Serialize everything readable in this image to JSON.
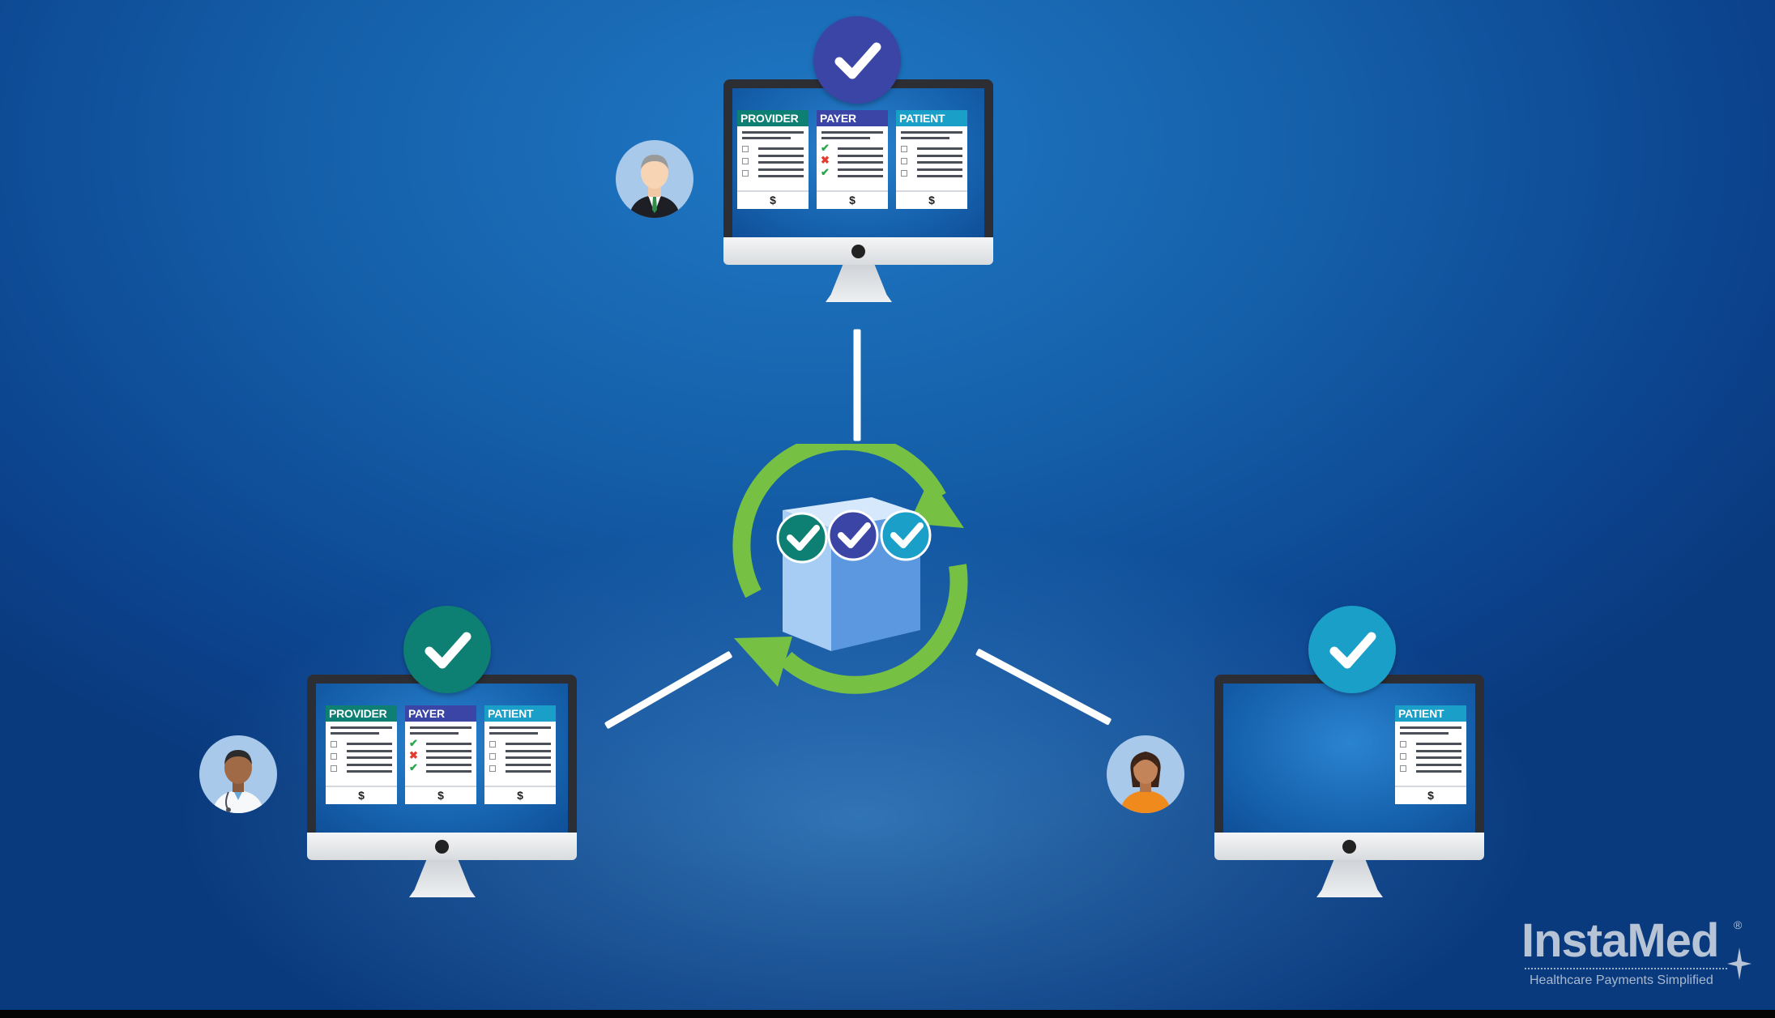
{
  "colors": {
    "background": "#1660ab",
    "provider": "#0d7f73",
    "payer": "#3a45a6",
    "patient": "#1a9fc9",
    "cycle_arrows": "#76c043",
    "connector": "#ffffff"
  },
  "cards": {
    "provider": "PROVIDER",
    "payer": "PAYER",
    "patient": "PATIENT",
    "amount_symbol": "$"
  },
  "nodes": {
    "top": {
      "role": "payer",
      "avatar": "businessman-avatar",
      "badge": "payer",
      "cards": [
        "provider",
        "payer",
        "patient"
      ]
    },
    "left": {
      "role": "provider",
      "avatar": "doctor-avatar",
      "badge": "provider",
      "cards": [
        "provider",
        "payer",
        "patient"
      ]
    },
    "right": {
      "role": "patient",
      "avatar": "patient-avatar",
      "badge": "patient",
      "cards": [
        "patient"
      ]
    }
  },
  "hub": {
    "icon": "shared-data-cube-icon",
    "arrows": "sync-cycle-icon",
    "checks": [
      "provider",
      "payer",
      "patient"
    ]
  },
  "logo": {
    "name": "InstaMed",
    "registered": "®",
    "tagline": "Healthcare Payments Simplified"
  }
}
